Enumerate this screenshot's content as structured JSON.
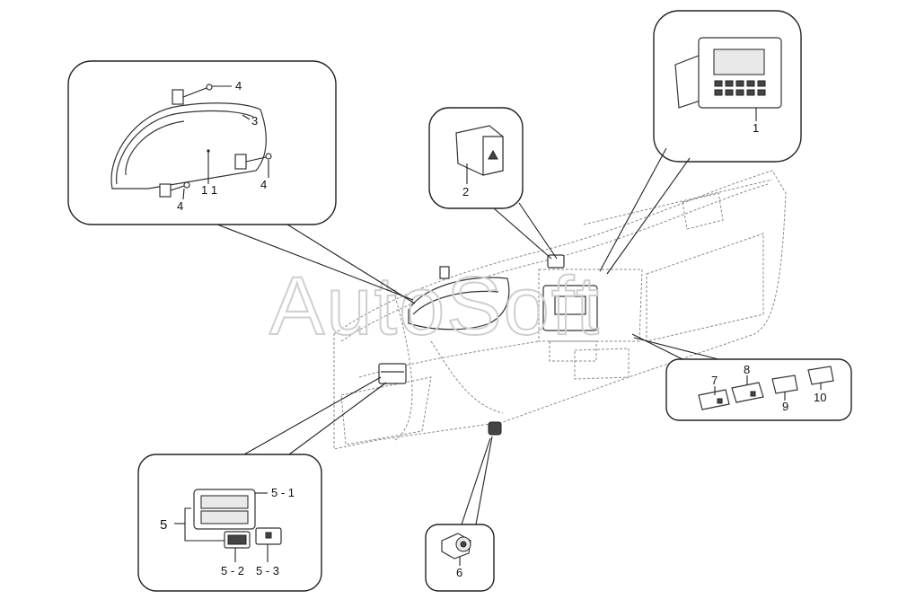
{
  "watermark": "AutoSoft",
  "labels": {
    "cluster_bolt_top": "4",
    "cluster": "3",
    "cluster_body": "1 1",
    "cluster_bolt_right": "4",
    "cluster_bolt_bottom": "4",
    "hazard_switch": "2",
    "radio": "1",
    "switch_7": "7",
    "switch_8": "8",
    "switch_9": "9",
    "switch_10": "10",
    "vent_assembly": "5",
    "vent_5_1": "5 - 1",
    "vent_5_2": "5 - 2",
    "vent_5_3": "5 - 3",
    "ignition": "6"
  }
}
